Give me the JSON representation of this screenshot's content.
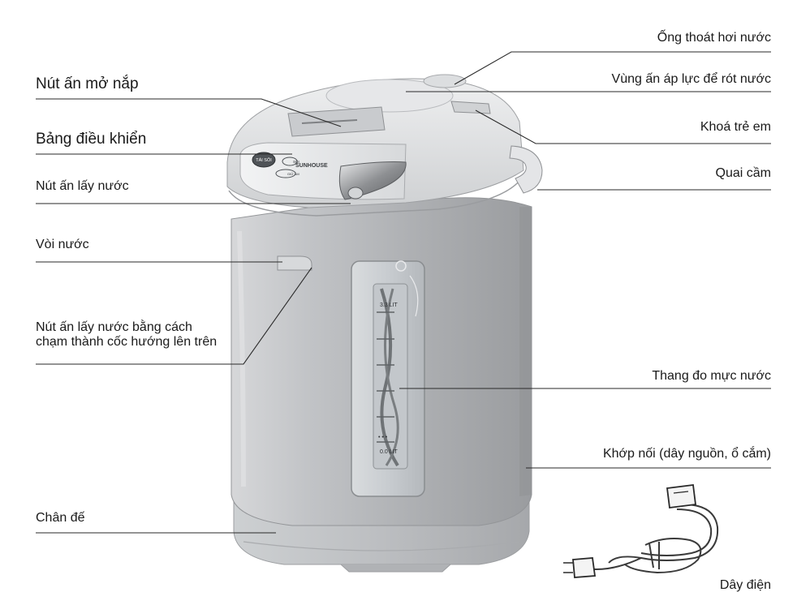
{
  "labels": {
    "open_lid_button": "Nút ấn mở nắp",
    "control_panel": "Bảng điều khiển",
    "dispense_button": "Nút ấn lấy nước",
    "spout": "Vòi nước",
    "cup_press_button": "Nút ấn lấy nước bằng cách\nchạm thành cốc hướng lên trên",
    "base": "Chân đế",
    "steam_vent": "Ống thoát hơi nước",
    "pressure_pump_area": "Vùng ấn áp lực để rót nước",
    "child_lock": "Khoá trẻ em",
    "handle": "Quai cầm",
    "water_level_gauge": "Thang đo mực nước",
    "connector": "Khớp nối (dây nguồn, ổ cắm)",
    "power_cord": "Dây điện"
  },
  "product": {
    "brand": "SUNHOUSE",
    "btn_reboil": "TÁI SÔI",
    "led_boil": "SÔI",
    "led_keep_warm": "GIỮ ẤM",
    "gauge_max": "3.3 LIT",
    "gauge_min": "0.0 LIT"
  },
  "colors": {
    "leader_line": "#2a2a2a",
    "body_silver": "#b9bbbe",
    "lid_light": "#e3e4e6",
    "chrome": "#8e9093"
  }
}
